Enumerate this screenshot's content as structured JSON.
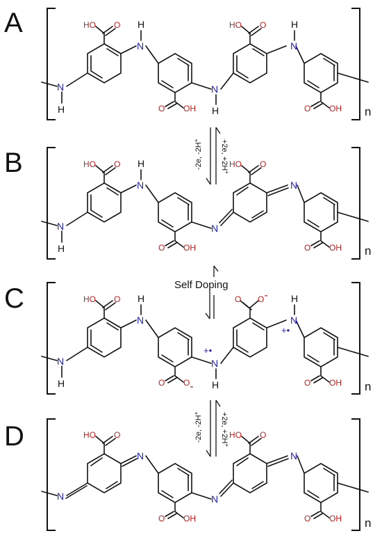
{
  "colors": {
    "bond": "#111111",
    "nitrogen": "#1f1fb0",
    "oxygen": "#d01818",
    "charge": "#1f1fb0",
    "anion": "#d01818"
  },
  "panels": [
    {
      "letter": "A",
      "subscript": "n",
      "labels": [
        "HO",
        "O",
        "H",
        "N",
        "HO",
        "O",
        "H",
        "N",
        "N",
        "H",
        "N",
        "H",
        "O",
        "OH",
        "O",
        "OH"
      ]
    },
    {
      "letter": "B",
      "subscript": "n",
      "labels": [
        "HO",
        "O",
        "H",
        "N",
        "HO",
        "O",
        "N",
        "N",
        "H",
        "N",
        "O",
        "OH",
        "O",
        "OH"
      ]
    },
    {
      "letter": "C",
      "subscript": "n",
      "labels": [
        "HO",
        "O",
        "H",
        "N",
        "O",
        "H",
        "N",
        "N",
        "H",
        "N",
        "H",
        "O",
        "O",
        "O",
        "OH"
      ]
    },
    {
      "letter": "D",
      "subscript": "n",
      "labels": [
        "HO",
        "O",
        "N",
        "HO",
        "O",
        "N",
        "N",
        "N",
        "O",
        "OH",
        "O",
        "OH"
      ]
    }
  ],
  "arrows": {
    "a_b": {
      "forward": "-2e, -2H",
      "forward_sup": "+",
      "reverse": "+2e, +2H",
      "reverse_sup": "+"
    },
    "b_c": {
      "label": "Self Doping"
    },
    "c_d": {
      "forward": "-2e, -2H",
      "forward_sup": "+",
      "reverse": "+2e, +2H",
      "reverse_sup": "+"
    }
  },
  "charges": {
    "radical_cation": "+•",
    "anion": "-"
  }
}
